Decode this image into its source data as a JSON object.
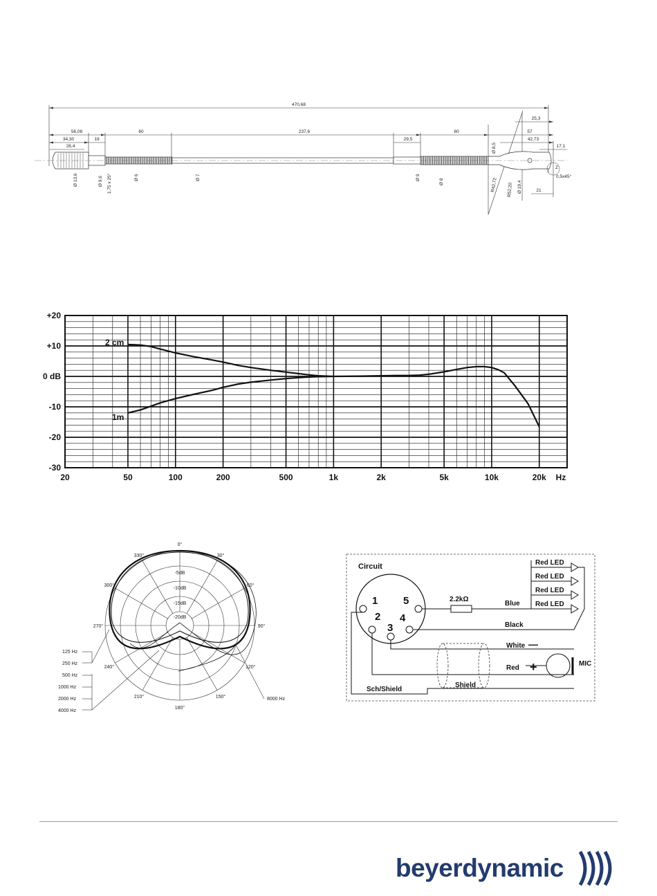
{
  "drawing": {
    "dims": {
      "total": "470,68",
      "d56": "56,08",
      "d34": "34,30",
      "d28": "28,4",
      "d19": "19",
      "d60a": "60",
      "d237": "237,6",
      "d29": "29,5",
      "d60b": "60",
      "d25": "25,3",
      "d57": "57",
      "d42": "42,73",
      "d17": "17,1",
      "d21": "21",
      "chamfer": "0,5x45°",
      "z": "Z",
      "dia136": "Ø 13,6",
      "dia96": "Ø 9,6",
      "thread": "1,75 x 25°",
      "dia6": "Ø 6",
      "dia7": "Ø 7",
      "dia9": "Ø 9",
      "dia8": "Ø 8",
      "dia85": "Ø 8,5",
      "r42": "R42,72",
      "r52": "R52,20",
      "dia194": "Ø 19,4"
    }
  },
  "chart_data": {
    "type": "line",
    "x_scale": "log",
    "xlim": [
      20,
      30000
    ],
    "ylim": [
      -30,
      20
    ],
    "x_tick_labels": [
      "20",
      "50",
      "100",
      "200",
      "500",
      "1k",
      "2k",
      "5k",
      "10k",
      "20k",
      "Hz"
    ],
    "y_tick_labels": [
      "+20",
      "+10",
      "0 dB",
      "-10",
      "-20",
      "-30"
    ],
    "grid": true,
    "series": [
      {
        "name": "2 cm",
        "x": [
          50,
          60,
          70,
          80,
          100,
          130,
          170,
          200,
          250,
          300,
          400,
          500,
          600,
          700,
          800,
          1000
        ],
        "y": [
          10.5,
          10.3,
          9.8,
          9.0,
          7.7,
          6.5,
          5.4,
          4.7,
          3.6,
          2.9,
          2.0,
          1.4,
          0.9,
          0.5,
          0.2,
          0.0
        ]
      },
      {
        "name": "1m",
        "x": [
          50,
          60,
          70,
          80,
          100,
          130,
          170,
          200,
          250,
          300,
          400,
          500,
          600,
          700,
          800,
          1000
        ],
        "y": [
          -12.0,
          -11.0,
          -9.8,
          -8.7,
          -7.3,
          -5.9,
          -4.6,
          -3.6,
          -2.5,
          -1.9,
          -1.2,
          -0.7,
          -0.4,
          -0.2,
          -0.1,
          0.0
        ]
      },
      {
        "name": "",
        "x": [
          1000,
          1500,
          2000,
          2500,
          3000,
          3500,
          4000,
          5000,
          6000,
          7000,
          8000,
          9000,
          10000,
          11000,
          12000,
          14000,
          17000,
          20000
        ],
        "y": [
          0.0,
          0.1,
          0.2,
          0.3,
          0.3,
          0.4,
          0.7,
          1.5,
          2.3,
          2.9,
          3.2,
          3.2,
          2.9,
          2.2,
          1.2,
          -3.0,
          -9.0,
          -16.5
        ]
      }
    ]
  },
  "polar": {
    "angle_labels": [
      "0°",
      "30°",
      "60°",
      "90°",
      "120°",
      "150°",
      "180°",
      "210°",
      "240°",
      "270°",
      "300°",
      "330°"
    ],
    "ring_labels": [
      "-5dB",
      "-10dB",
      "-15dB",
      "-20dB"
    ],
    "legend_left": [
      "125 Hz",
      "250 Hz",
      "500 Hz",
      "1000 Hz",
      "2000 Hz",
      "4000 Hz"
    ],
    "legend_right": "8000 Hz"
  },
  "circuit": {
    "title": "Circuit",
    "pins": [
      "1",
      "2",
      "3",
      "4",
      "5"
    ],
    "resistor": "2.2kΩ",
    "leds": [
      "Red LED",
      "Red LED",
      "Red LED",
      "Red LED"
    ],
    "wire_blue": "Blue",
    "wire_black": "Black",
    "wire_white": "White",
    "wire_red": "Red",
    "mic": "MIC",
    "shield": "Shield",
    "sch_shield": "Sch/Shield"
  },
  "brand": {
    "name": "beyerdynamic",
    "color": "#233b6e"
  }
}
